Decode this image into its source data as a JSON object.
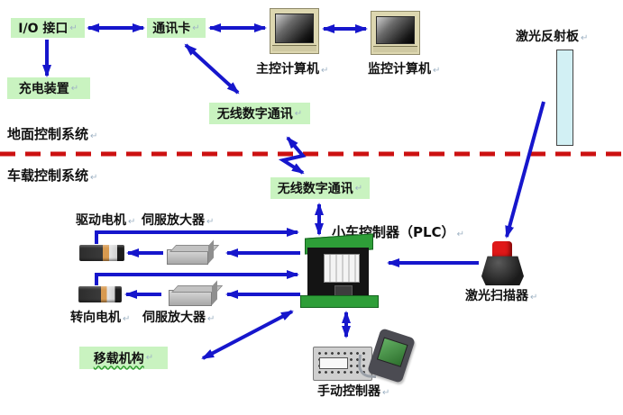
{
  "diagram": {
    "title_none": "",
    "enter_mark": "↵",
    "sections": {
      "ground": "地面控制系统",
      "vehicle": "车载控制系统"
    },
    "nodes": {
      "io": {
        "label": "I/O 接口"
      },
      "comm_card": {
        "label": "通讯卡"
      },
      "charger": {
        "label": "充电装置"
      },
      "main_computer": {
        "label": "主控计算机"
      },
      "monitor_computer": {
        "label": "监控计算机"
      },
      "wireless_ground": {
        "label": "无线数字通讯"
      },
      "wireless_vehicle": {
        "label": "无线数字通讯"
      },
      "laser_board": {
        "label": "激光反射板"
      },
      "plc": {
        "label": "小车控制器（PLC）"
      },
      "drive_motor": {
        "label": "驱动电机"
      },
      "servo_amp_1": {
        "label": "伺服放大器"
      },
      "steer_motor": {
        "label": "转向电机"
      },
      "servo_amp_2": {
        "label": "伺服放大器"
      },
      "transfer": {
        "label": "移载机构"
      },
      "laser_scanner": {
        "label": "激光扫描器"
      },
      "manual_controller": {
        "label": "手动控制器"
      }
    },
    "colors": {
      "arrow_blue": "#1616cc",
      "divider_red": "#cc1111",
      "node_green": "#c9f3c0",
      "board_cyan": "#d2f0f4"
    }
  }
}
